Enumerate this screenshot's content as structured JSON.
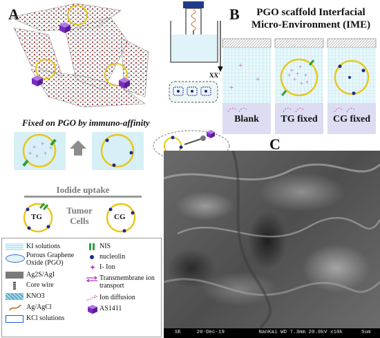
{
  "panels": {
    "a_letter": "A",
    "b_letter": "B",
    "c_letter": "C"
  },
  "panel_a": {
    "xx_label": "XX'",
    "fixed_caption": "Fixed on PGO by immuno-affinity",
    "iodide_title": "Iodide uptake",
    "tumor_label": "Tumor Cells",
    "tg_label": "TG",
    "cg_label": "CG"
  },
  "panel_b": {
    "title_line1": "PGO scaffold Interfacial",
    "title_line2": "Micro-Environment (IME)",
    "cells": [
      {
        "label": "Blank"
      },
      {
        "label": "TG fixed"
      },
      {
        "label": "CG fixed"
      }
    ]
  },
  "legend": {
    "left": [
      {
        "text": "KI solutions",
        "icon": "ki-swatch"
      },
      {
        "text": "Porous Graphene Oxide (PGO)",
        "icon": "pgo-disk"
      },
      {
        "text": "Ag2S/AgI",
        "icon": "ag2s-swatch"
      },
      {
        "text": "Core wire",
        "icon": "core-wire"
      },
      {
        "text": "KNO3",
        "icon": "kno3-swatch"
      },
      {
        "text": "Ag/AgCl",
        "icon": "agagcl-wire"
      },
      {
        "text": "KCl solutions",
        "icon": "kcl-box"
      }
    ],
    "right": [
      {
        "text": "NIS",
        "icon": "nis-marker"
      },
      {
        "text": "nucleolin",
        "icon": "nucleolin-dot"
      },
      {
        "text": "I- Ion",
        "icon": "iodide-star"
      },
      {
        "text": "Transmembrane ion transport",
        "icon": "transport-arrows"
      },
      {
        "text": "Ion diffusion",
        "icon": "diffusion-arrow"
      },
      {
        "text": "AS1411",
        "icon": "as1411-cube"
      }
    ]
  },
  "panel_c": {
    "sem_info": "SE     20-Dec-19           NanKai WD 7.3mm 20.0kV x10k      5um"
  },
  "colors": {
    "ring": "#e8c71c",
    "nucleolin": "#1f2a8a",
    "nis": "#2e9e3e",
    "ion": "#c04bbf",
    "cube": "#8a3ad6",
    "grid": "#9fd8e6"
  }
}
